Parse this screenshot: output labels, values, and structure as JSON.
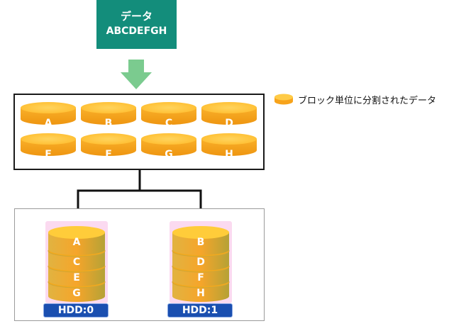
{
  "data_box": {
    "title": "データ",
    "content": "ABCDEFGH"
  },
  "legend": {
    "label": "ブロック単位に分割されたデータ"
  },
  "blocks": {
    "row1": [
      "A",
      "B",
      "C",
      "D"
    ],
    "row2": [
      "E",
      "F",
      "G",
      "H"
    ]
  },
  "hdd0": {
    "label": "HDD:0",
    "blocks": [
      "A",
      "C",
      "E",
      "G"
    ]
  },
  "hdd1": {
    "label": "HDD:1",
    "blocks": [
      "B",
      "D",
      "F",
      "H"
    ]
  },
  "colors": {
    "data_box": "#138d7b",
    "arrow": "#7bcb8f",
    "block": "#f7a31b",
    "block_top": "#ffcb47",
    "hdd_label": "#1a4fb0"
  }
}
